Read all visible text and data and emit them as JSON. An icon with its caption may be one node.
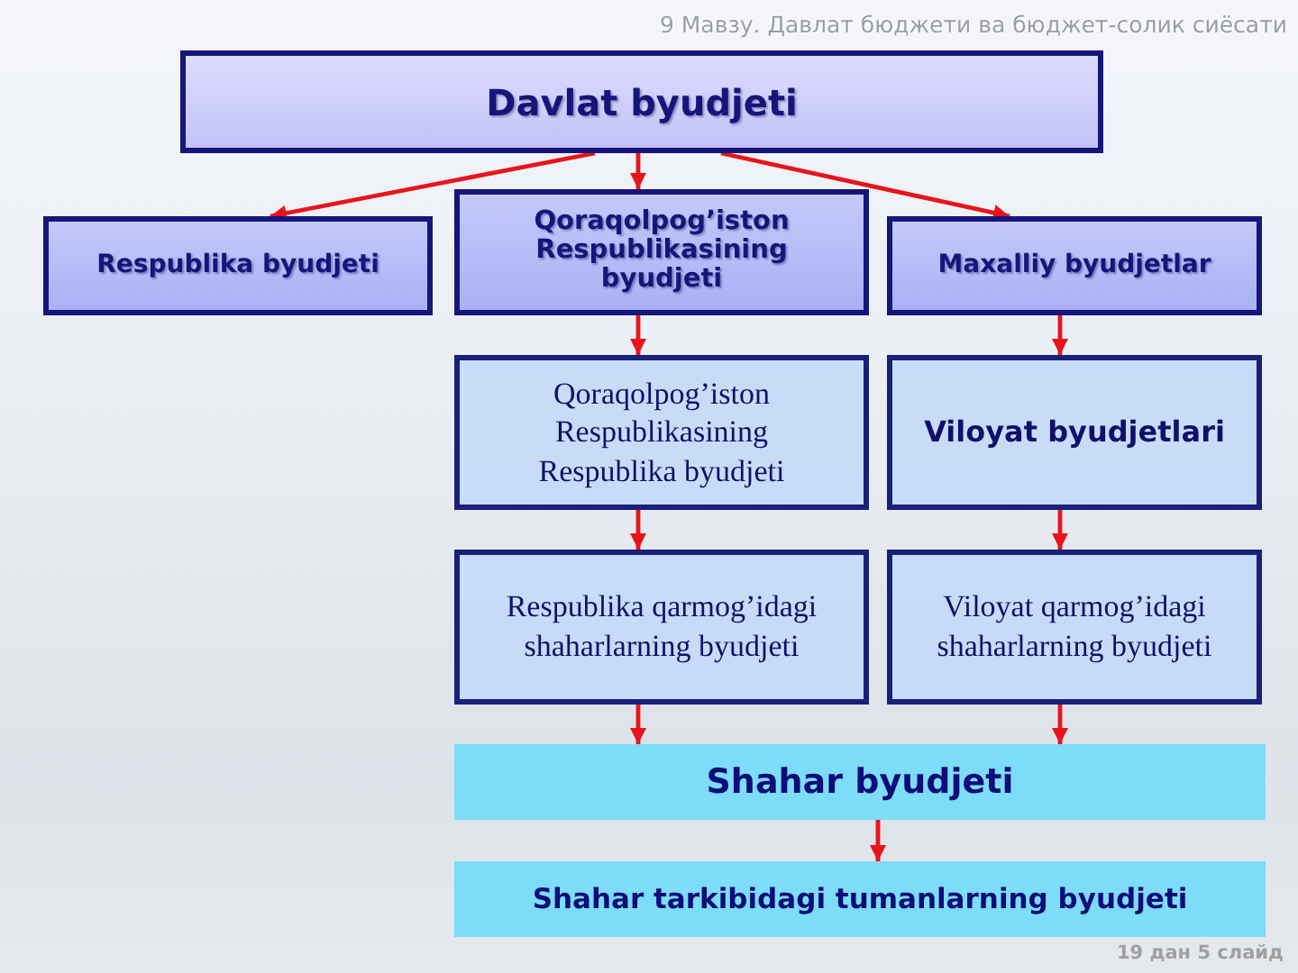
{
  "diagram": {
    "nodes": [
      {
        "text": [
          "Davlat byudjeti"
        ]
      },
      {
        "text": [
          "Respublika byudjeti"
        ]
      },
      {
        "text": [
          "Qoraqolpog’iston Respublikasining byudjeti"
        ]
      },
      {
        "text": [
          "Maxalliy byudjetlar"
        ]
      },
      {
        "text": [
          "Qoraqolpog’iston Respublikasining Respublika byudjeti"
        ]
      },
      {
        "text": [
          "Viloyat byudjetlari"
        ]
      },
      {
        "text": [
          "Respublika qarmog’idagi shaharlarning byudjeti"
        ]
      },
      {
        "text": [
          "Viloyat qarmog’idagi shaharlarning byudjeti"
        ]
      },
      {
        "text": [
          "Shahar byudjeti"
        ]
      },
      {
        "text": [
          "Shahar tarkibidagi tumanlarning byudjeti"
        ]
      }
    ],
    "edges": [
      {
        "from": 0,
        "to": 1,
        "arrow": "to"
      },
      {
        "from": 0,
        "to": 2,
        "arrow": "to"
      },
      {
        "from": 0,
        "to": 3,
        "arrow": "to"
      },
      {
        "from": 2,
        "to": 4,
        "arrow": "to"
      },
      {
        "from": 3,
        "to": 5,
        "arrow": "to"
      },
      {
        "from": 4,
        "to": 6,
        "arrow": "to"
      },
      {
        "from": 5,
        "to": 7,
        "arrow": "to"
      },
      {
        "from": 6,
        "to": 8,
        "arrow": "to"
      },
      {
        "from": 7,
        "to": 8,
        "arrow": "to"
      },
      {
        "from": 8,
        "to": 9,
        "arrow": "to"
      }
    ],
    "labels": [
      "9 Мавзу. Давлат бюджети ва бюджет-солик сиёсати",
      "19 дан 5 слайд"
    ]
  }
}
